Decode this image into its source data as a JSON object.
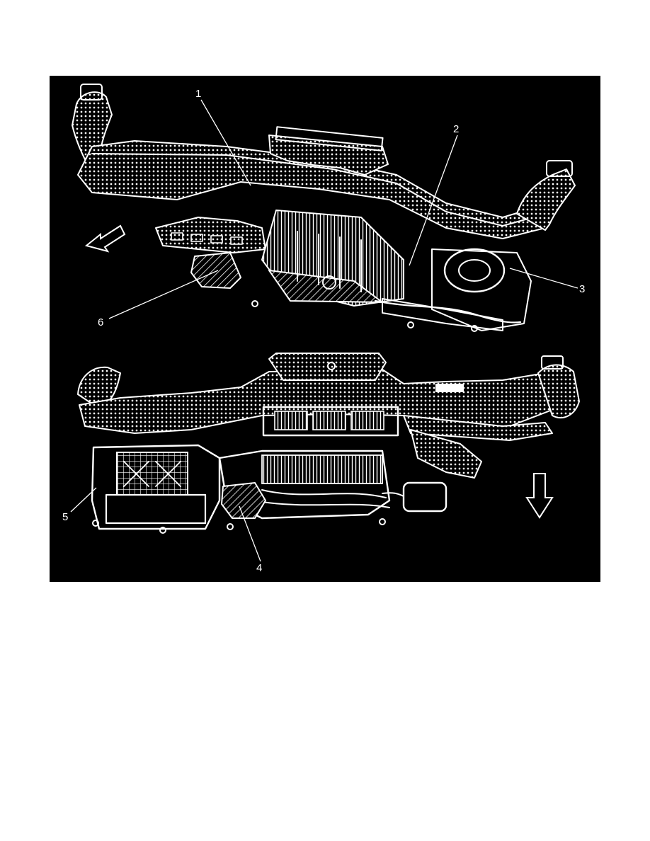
{
  "figure": {
    "callouts": [
      "1",
      "2",
      "3",
      "4",
      "5",
      "6"
    ],
    "colors": {
      "background": "#000000",
      "line": "#ffffff",
      "page": "#ffffff"
    },
    "icons": [
      "direction-arrow-upper",
      "direction-arrow-lower"
    ]
  }
}
